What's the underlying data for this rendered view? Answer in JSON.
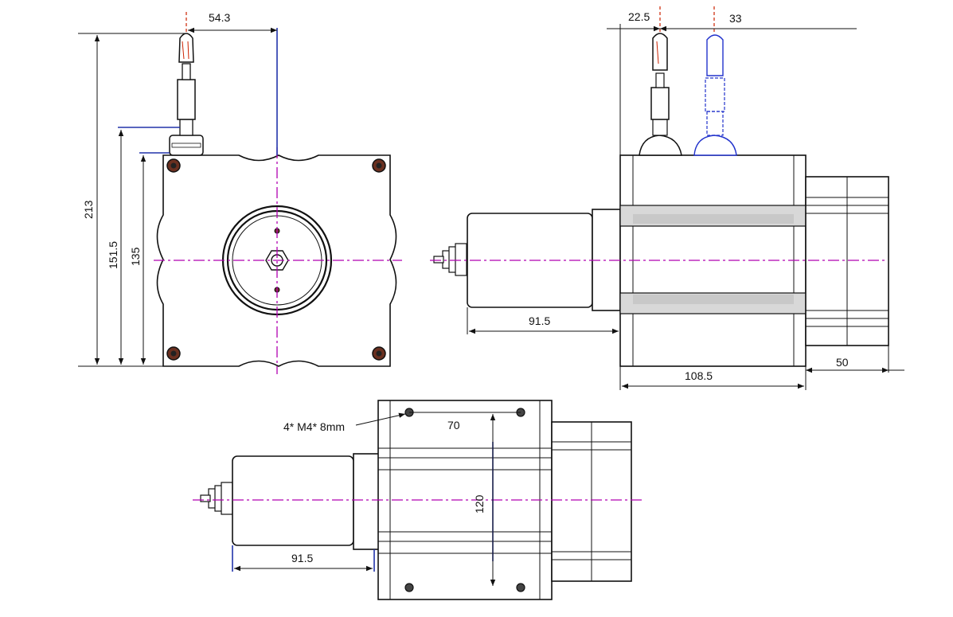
{
  "dimensions": {
    "offset_top_left": "54.3",
    "height_total": "213",
    "height_mid": "151.5",
    "height_body": "135",
    "offset_side_a": "22.5",
    "offset_side_b": "33",
    "housing_len_side": "91.5",
    "body_len_side": "108.5",
    "motor_len": "50",
    "hole_spacing_x": "70",
    "hole_spacing_y": "120",
    "housing_len_bottom": "91.5"
  },
  "notes": {
    "holes": "4* M4* 8mm"
  },
  "colors": {
    "centerline": "#b000b0",
    "blue_outline": "#2233aa",
    "red_marker": "#cc2200",
    "band_fill": "#d8d8d8"
  }
}
